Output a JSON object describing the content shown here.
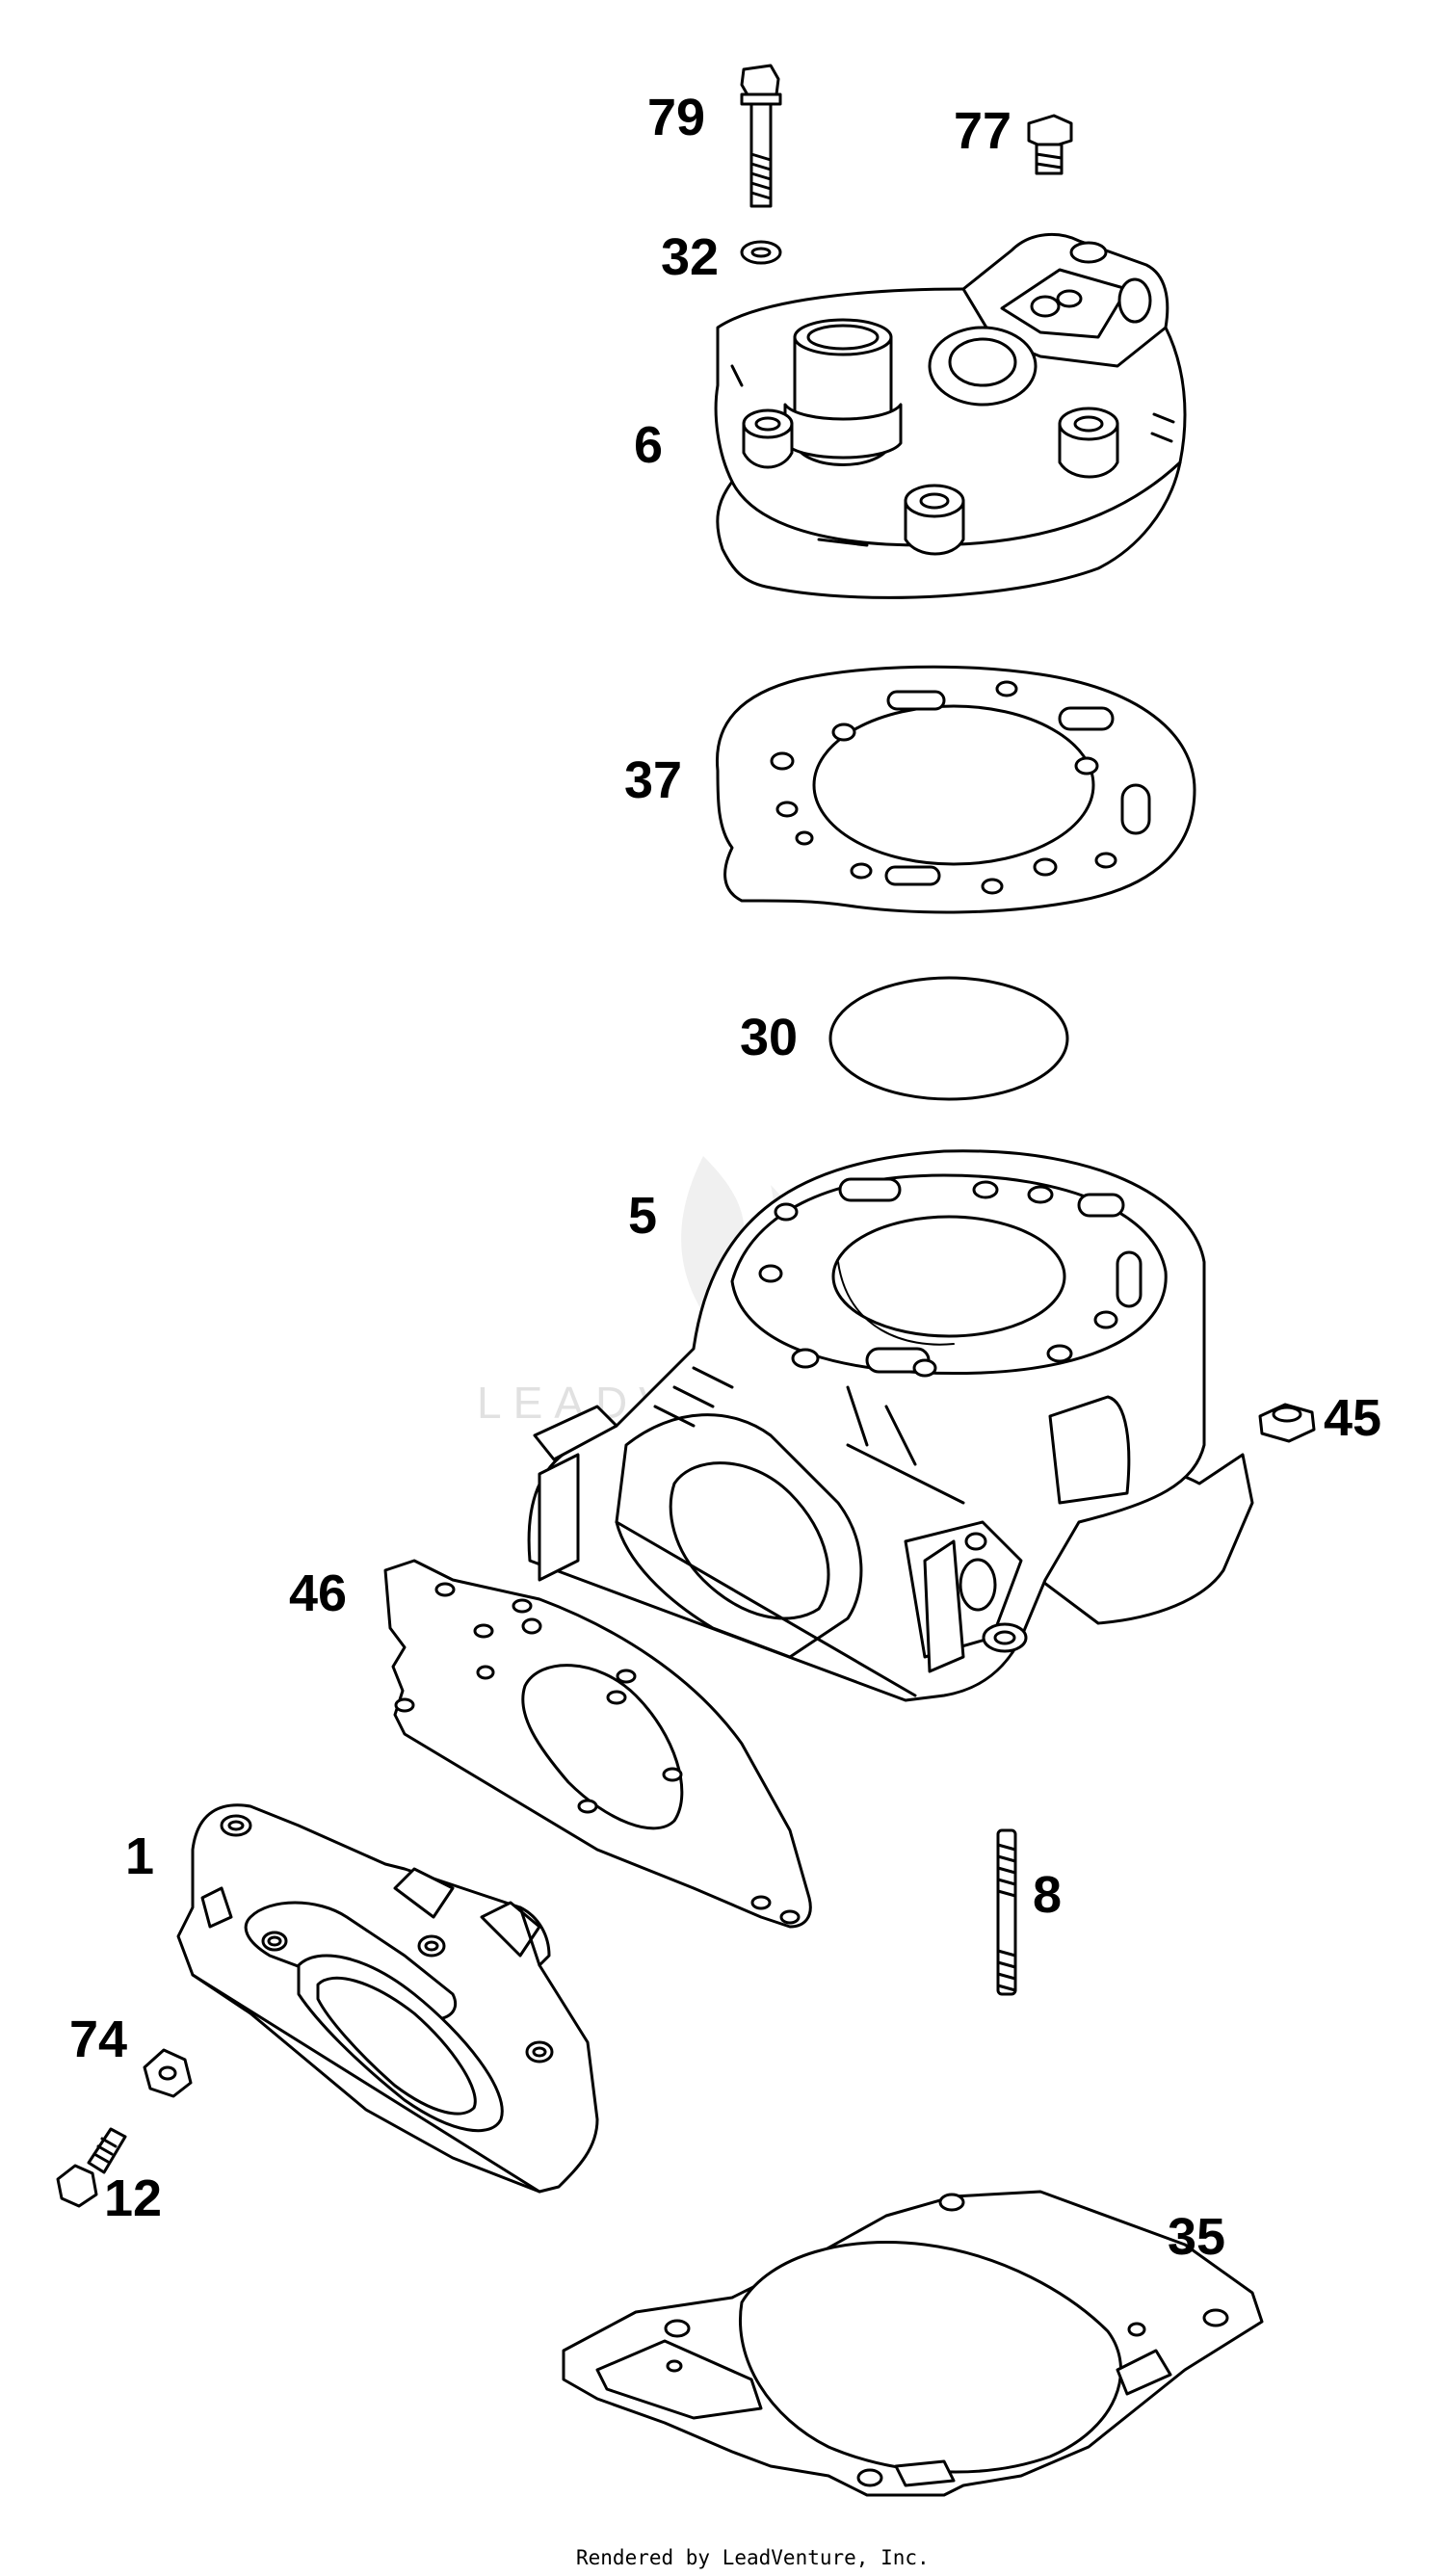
{
  "diagram": {
    "callouts": {
      "c79": "79",
      "c77": "77",
      "c32": "32",
      "c6": "6",
      "c37": "37",
      "c30": "30",
      "c5": "5",
      "c45": "45",
      "c46": "46",
      "c1": "1",
      "c8": "8",
      "c74": "74",
      "c12": "12",
      "c35": "35"
    },
    "watermark": "LEADVENTURE",
    "footer": "Rendered by LeadVenture, Inc."
  }
}
